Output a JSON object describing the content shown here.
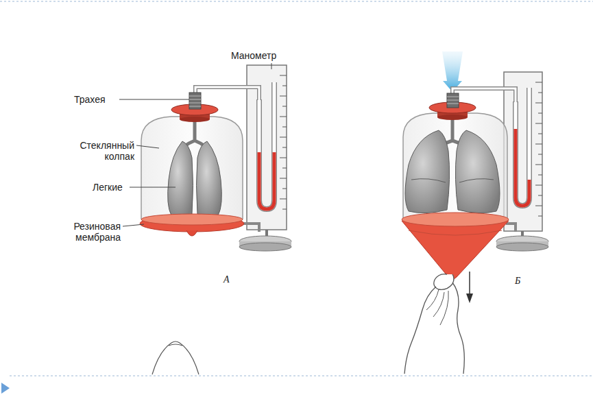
{
  "diagram": {
    "labels": [
      "Манометр",
      "Трахея",
      "Стеклянный колпак",
      "Легкие",
      "Резиновая мембрана",
      "А",
      "Б"
    ]
  }
}
